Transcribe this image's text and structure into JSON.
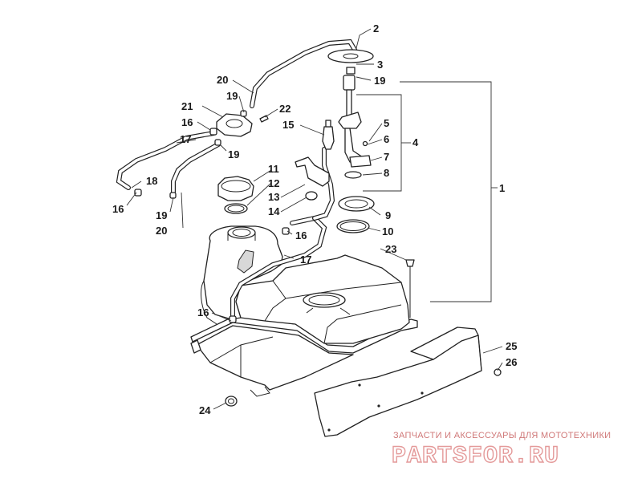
{
  "callouts": {
    "c1": "1",
    "c2": "2",
    "c3": "3",
    "c4": "4",
    "c5": "5",
    "c6": "6",
    "c7": "7",
    "c8": "8",
    "c9": "9",
    "c10": "10",
    "c11": "11",
    "c12": "12",
    "c13": "13",
    "c14": "14",
    "c15": "15",
    "c16a": "16",
    "c16b": "16",
    "c16c": "16",
    "c16d": "16",
    "c17a": "17",
    "c17b": "17",
    "c18": "18",
    "c19a": "19",
    "c19b": "19",
    "c19c": "19",
    "c19d": "19",
    "c20a": "20",
    "c20b": "20",
    "c21": "21",
    "c22": "22",
    "c23": "23",
    "c24": "24",
    "c25": "25",
    "c26": "26"
  },
  "watermark": {
    "tagline": "ЗАПЧАСТИ И АКСЕССУАРЫ ДЛЯ МОТОТЕХНИКИ",
    "brand": "PARTSFOR.RU"
  }
}
